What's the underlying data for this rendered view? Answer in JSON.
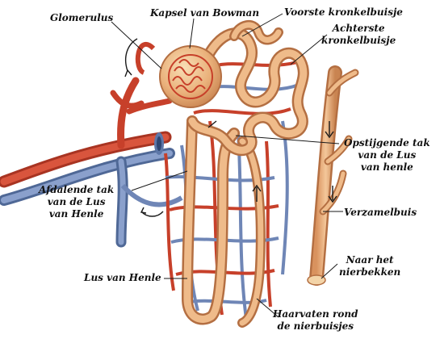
{
  "labels": {
    "glomerulus": "Glomerulus",
    "kapsel": "Kapsel van Bowman",
    "voorste": "Voorste kronkelbuisje",
    "achterste_1": "Achterste",
    "achterste_2": "kronkelbuisje",
    "opstijgende_1": "Opstijgende tak",
    "opstijgende_2": "van de Lus",
    "opstijgende_3": "van henle",
    "afdalende_1": "Afdalende tak",
    "afdalende_2": "van de Lus",
    "afdalende_3": "van Henle",
    "verzamelbuis": "Verzamelbuis",
    "lus": "Lus van Henle",
    "naar_1": "Naar het",
    "naar_2": "nierbekken",
    "haarvaten_1": "Haarvaten rond",
    "haarvaten_2": "de nierbuisjes"
  },
  "colors": {
    "artery": "#c7402a",
    "vein": "#6f86b6",
    "tubule": "#e7a775",
    "tubule_edge": "#b46f42",
    "capsule": "#e9b27b",
    "leader": "#1a1a1a"
  }
}
